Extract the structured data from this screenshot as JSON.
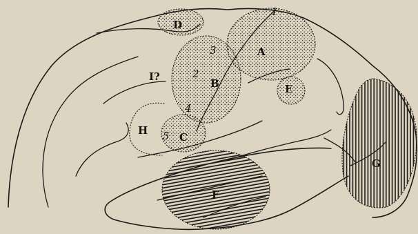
{
  "figure": {
    "region_labels": {
      "A": "A",
      "B": "B",
      "C": "C",
      "D": "D",
      "E": "E",
      "F": "F",
      "G": "G",
      "H": "H",
      "I": "I?"
    },
    "numerals": {
      "n1": "1",
      "n2": "2",
      "n3": "3",
      "n4": "4",
      "n5": "5"
    },
    "region_fills": {
      "A": "stipple",
      "B": "stipple",
      "C": "stipple",
      "D": "stipple",
      "E": "stipple",
      "F": "horizontal-hatch",
      "G": "vertical-hatch",
      "H": "none",
      "I": "none"
    },
    "colors": {
      "paper": "#ddd5c2",
      "ink": "#1c1a17"
    }
  }
}
